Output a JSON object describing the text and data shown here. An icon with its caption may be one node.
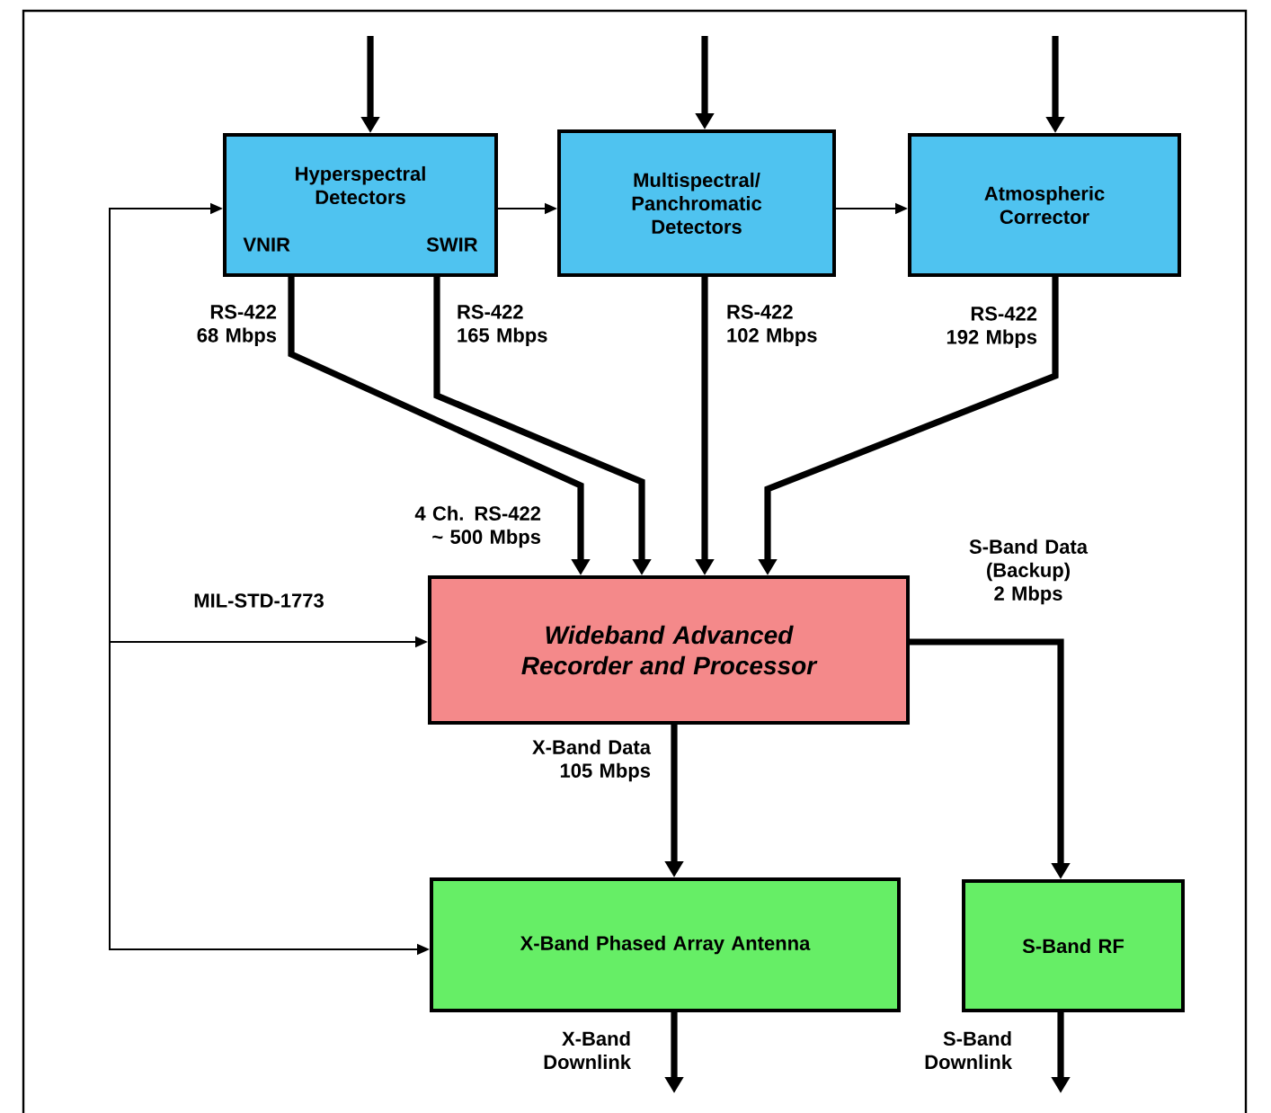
{
  "diagram": {
    "nodes": [
      {
        "text": [
          "Hyperspectral Detectors",
          "VNIR",
          "SWIR"
        ]
      },
      {
        "text": [
          "Multispectral/ Panchromatic Detectors"
        ]
      },
      {
        "text": [
          "Atmospheric Corrector"
        ]
      },
      {
        "text": [
          "Wideband Advanced Recorder and Processor"
        ]
      },
      {
        "text": [
          "X-Band Phased Array Antenna"
        ]
      },
      {
        "text": [
          "S-Band RF"
        ]
      }
    ],
    "edges": [
      {
        "from": null,
        "to": 0,
        "arrow": "to"
      },
      {
        "from": null,
        "to": 1,
        "arrow": "to"
      },
      {
        "from": null,
        "to": 2,
        "arrow": "to"
      },
      {
        "from": 0,
        "to": 1,
        "arrow": "to"
      },
      {
        "from": 1,
        "to": 2,
        "arrow": "to"
      },
      {
        "from": 0,
        "to": 3,
        "arrow": "to",
        "label": "RS-422 68 Mbps"
      },
      {
        "from": 0,
        "to": 3,
        "arrow": "to",
        "label": "RS-422 165 Mbps"
      },
      {
        "from": 1,
        "to": 3,
        "arrow": "to",
        "label": "RS-422 102 Mbps"
      },
      {
        "from": 2,
        "to": 3,
        "arrow": "to",
        "label": "RS-422 192 Mbps"
      },
      {
        "from": null,
        "to": 0,
        "arrow": "to"
      },
      {
        "from": null,
        "to": 3,
        "arrow": "to",
        "label": "MIL-STD-1773"
      },
      {
        "from": null,
        "to": 4,
        "arrow": "to"
      },
      {
        "from": 3,
        "to": 4,
        "arrow": "to",
        "label": "X-Band Data 105 Mbps"
      },
      {
        "from": 3,
        "to": 5,
        "arrow": "to",
        "label": "S-Band Data (Backup) 2 Mbps"
      },
      {
        "from": 4,
        "to": null,
        "arrow": "to",
        "label": "X-Band Downlink"
      },
      {
        "from": 5,
        "to": null,
        "arrow": "to",
        "label": "S-Band Downlink"
      }
    ],
    "labels": [
      "4 Ch. RS-422 ~ 500 Mbps"
    ]
  }
}
